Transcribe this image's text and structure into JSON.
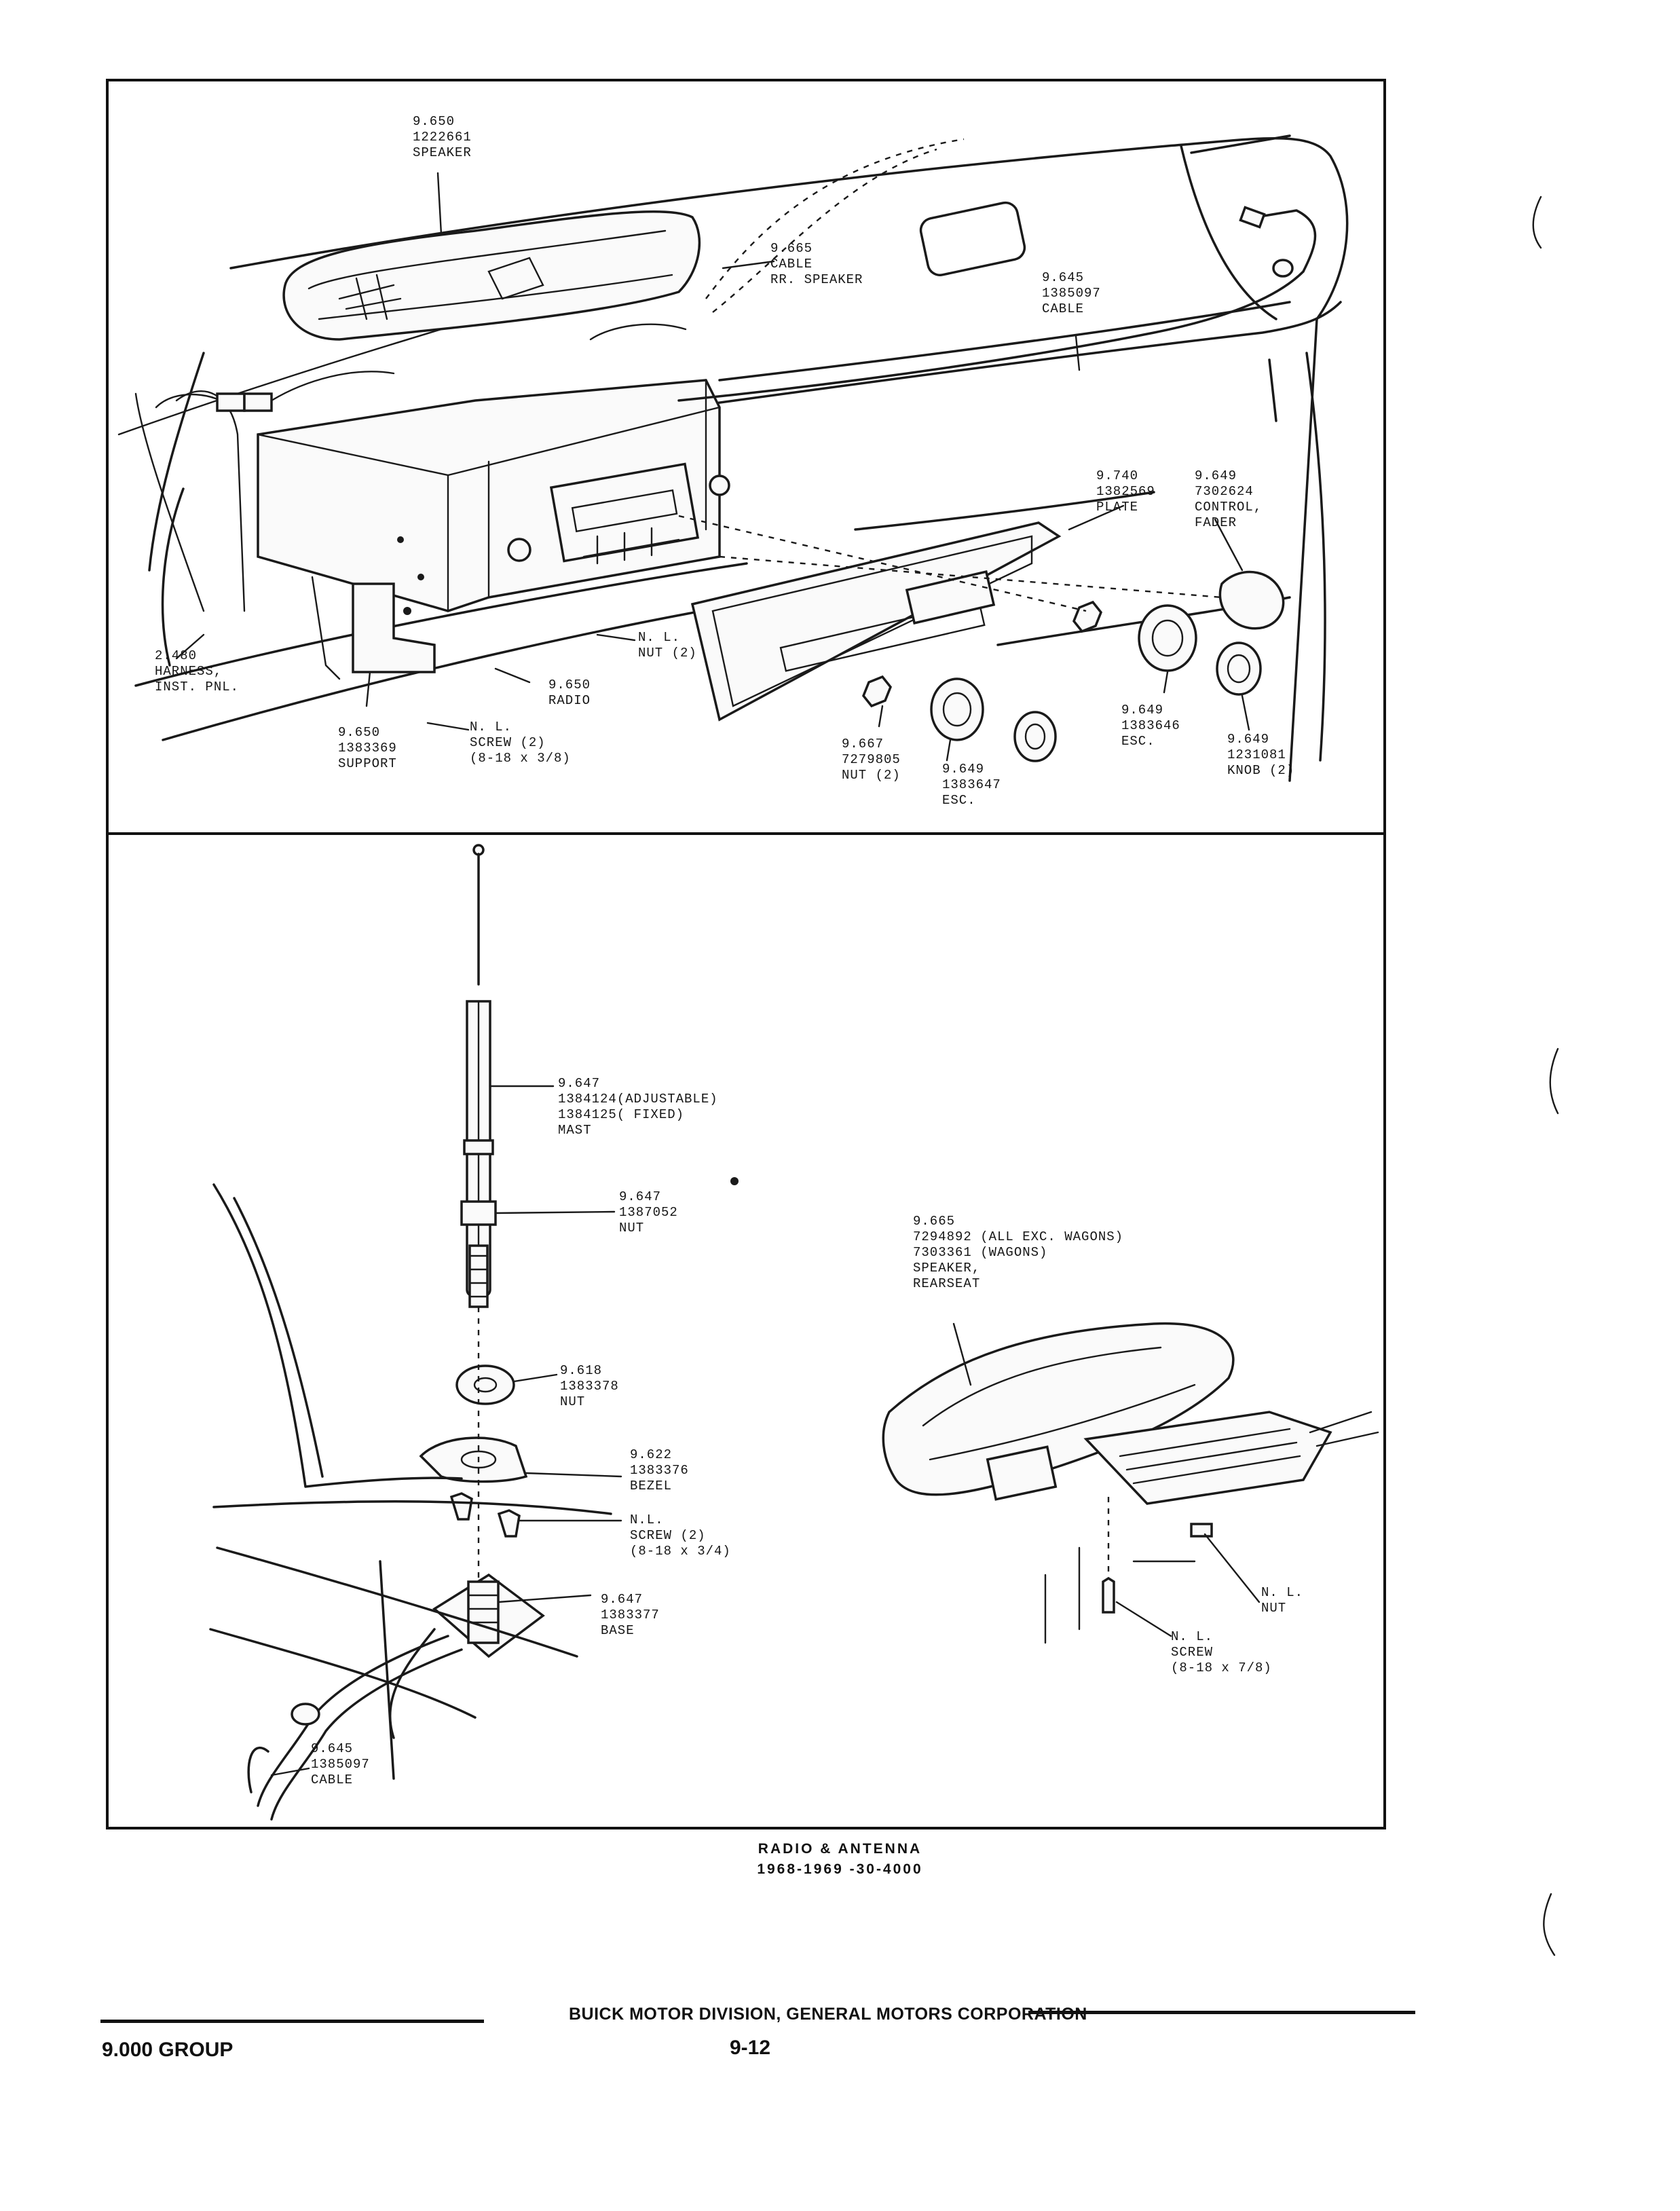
{
  "labels": {
    "speaker_top": [
      "9.650",
      "1222661",
      "SPEAKER"
    ],
    "cable_rr_speaker": [
      "9.665",
      "CABLE",
      "RR. SPEAKER"
    ],
    "cable_top": [
      "9.645",
      "1385097",
      "CABLE"
    ],
    "plate": [
      "9.740",
      "1382569",
      "PLATE"
    ],
    "control_fader": [
      "9.649",
      "7302624",
      "CONTROL,",
      "FADER"
    ],
    "harness": [
      "2.480",
      "HARNESS,",
      "INST. PNL."
    ],
    "nut_nl_top": [
      "N. L.",
      "NUT (2)"
    ],
    "radio": [
      "9.650",
      "RADIO"
    ],
    "support": [
      "9.650",
      "1383369",
      "SUPPORT"
    ],
    "screw_nl_top": [
      "N. L.",
      "SCREW (2)",
      "(8-18 x 3/8)"
    ],
    "nut_9667": [
      "9.667",
      "7279805",
      "NUT (2)"
    ],
    "esc_1383647": [
      "9.649",
      "1383647",
      "ESC."
    ],
    "esc_1383646": [
      "9.649",
      "1383646",
      "ESC."
    ],
    "knob": [
      "9.649",
      "1231081",
      "KNOB (2)"
    ],
    "mast": [
      "9.647",
      "1384124(ADJUSTABLE)",
      "1384125( FIXED)",
      "MAST"
    ],
    "nut_1387052": [
      "9.647",
      "1387052",
      "NUT"
    ],
    "nut_1383378": [
      "9.618",
      "1383378",
      "NUT"
    ],
    "bezel": [
      "9.622",
      "1383376",
      "BEZEL"
    ],
    "screw_nl_mid": [
      "N.L.",
      "SCREW (2)",
      "(8-18 x 3/4)"
    ],
    "base": [
      "9.647",
      "1383377",
      "BASE"
    ],
    "cable_bottom": [
      "9.645",
      "1385097",
      "CABLE"
    ],
    "speaker_rearseat": [
      "9.665",
      "7294892 (ALL EXC. WAGONS)",
      "7303361 (WAGONS)",
      "SPEAKER,",
      "REARSEAT"
    ],
    "nut_nl_bottom": [
      "N. L.",
      "NUT"
    ],
    "screw_nl_bottom": [
      "N. L.",
      "SCREW",
      "(8-18 x 7/8)"
    ]
  },
  "caption": {
    "line1": "RADIO & ANTENNA",
    "line2": "1968-1969 -30-4000"
  },
  "footer": {
    "division": "BUICK MOTOR DIVISION, GENERAL MOTORS CORPORATION",
    "group": "9.000 GROUP",
    "page": "9-12"
  }
}
